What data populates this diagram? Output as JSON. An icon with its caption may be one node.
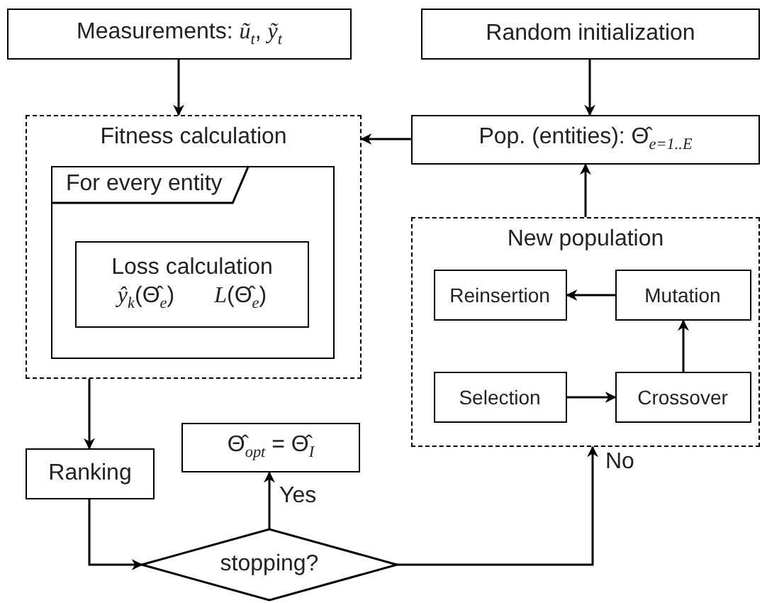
{
  "diagram": {
    "nodes": [
      {
        "text": [
          "Measurements:  *ũ*$_{t}$, *ỹ*$_{t}$"
        ]
      },
      {
        "text": [
          "Random initialization"
        ]
      },
      {
        "text": [
          "Fitness calculation"
        ]
      },
      {
        "text": [
          "For every entity"
        ],
        "in": 2
      },
      {
        "text": [
          "Loss calculation",
          "*ŷ*$_{k}$(Θ̂$_{e}$)",
          "*L*(Θ̂$_{e}$)"
        ],
        "in": 3
      },
      {
        "text": [
          "Pop. (entities):  Θ̂$_{e=1..E}$"
        ]
      },
      {
        "text": [
          "New population"
        ]
      },
      {
        "text": [
          "Reinsertion"
        ],
        "in": 6
      },
      {
        "text": [
          "Mutation"
        ],
        "in": 6
      },
      {
        "text": [
          "Selection"
        ],
        "in": 6
      },
      {
        "text": [
          "Crossover"
        ],
        "in": 6
      },
      {
        "text": [
          "Ranking"
        ]
      },
      {
        "text": [
          "Θ̂$_{opt}$ = Θ̂$_{I}$"
        ]
      },
      {
        "text": [
          "stopping?"
        ]
      }
    ],
    "edges": [
      {
        "from": 0,
        "to": 2,
        "arrow": "to"
      },
      {
        "from": 1,
        "to": 5,
        "arrow": "to"
      },
      {
        "from": 5,
        "to": 2,
        "arrow": "to"
      },
      {
        "from": 6,
        "to": 5,
        "arrow": "to"
      },
      {
        "from": 9,
        "to": 10,
        "arrow": "to"
      },
      {
        "from": 10,
        "to": 8,
        "arrow": "to"
      },
      {
        "from": 8,
        "to": 7,
        "arrow": "to"
      },
      {
        "from": 2,
        "to": 11,
        "arrow": "to"
      },
      {
        "from": 11,
        "to": 13,
        "arrow": "to"
      },
      {
        "from": 13,
        "to": 12,
        "arrow": "to",
        "label": "Yes"
      },
      {
        "from": 13,
        "to": 6,
        "arrow": "to",
        "label": "No"
      }
    ]
  }
}
